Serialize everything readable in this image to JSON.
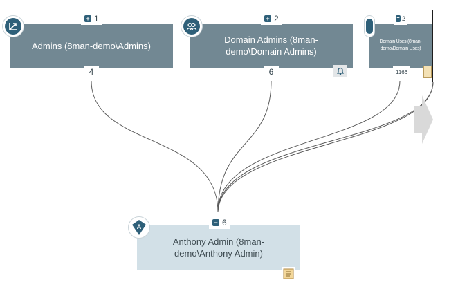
{
  "nodes": {
    "admins": {
      "label": "Admins (8man-demo\\Admins)",
      "top_count": "1",
      "bottom_count": "4"
    },
    "domain_admins": {
      "label": "Domain Admins (8man-demo\\Domain Admins)",
      "top_count": "2",
      "bottom_count": "6"
    },
    "domain_users": {
      "label": "Domain Uses (8man-demo\\Domain Uses)",
      "top_count": "2",
      "bottom_count": "1166"
    },
    "anthony": {
      "label": "Anthony Admin (8man-demo\\Anthony Admin)",
      "top_count": "6",
      "avatar_letter": "A"
    }
  },
  "icons": {
    "admins_badge": "group-arrow-icon",
    "domain_admins_badge": "users-group-icon",
    "domain_users_badge": "users-group-icon",
    "anthony_badge": "user-diamond-icon",
    "notepad": "notepad-icon",
    "alarm": "bell-icon",
    "next": "arrow-right-icon"
  },
  "colors": {
    "group_node": "#728893",
    "user_node": "#d2e0e7",
    "accent": "#2f6079",
    "connector": "#555555"
  }
}
